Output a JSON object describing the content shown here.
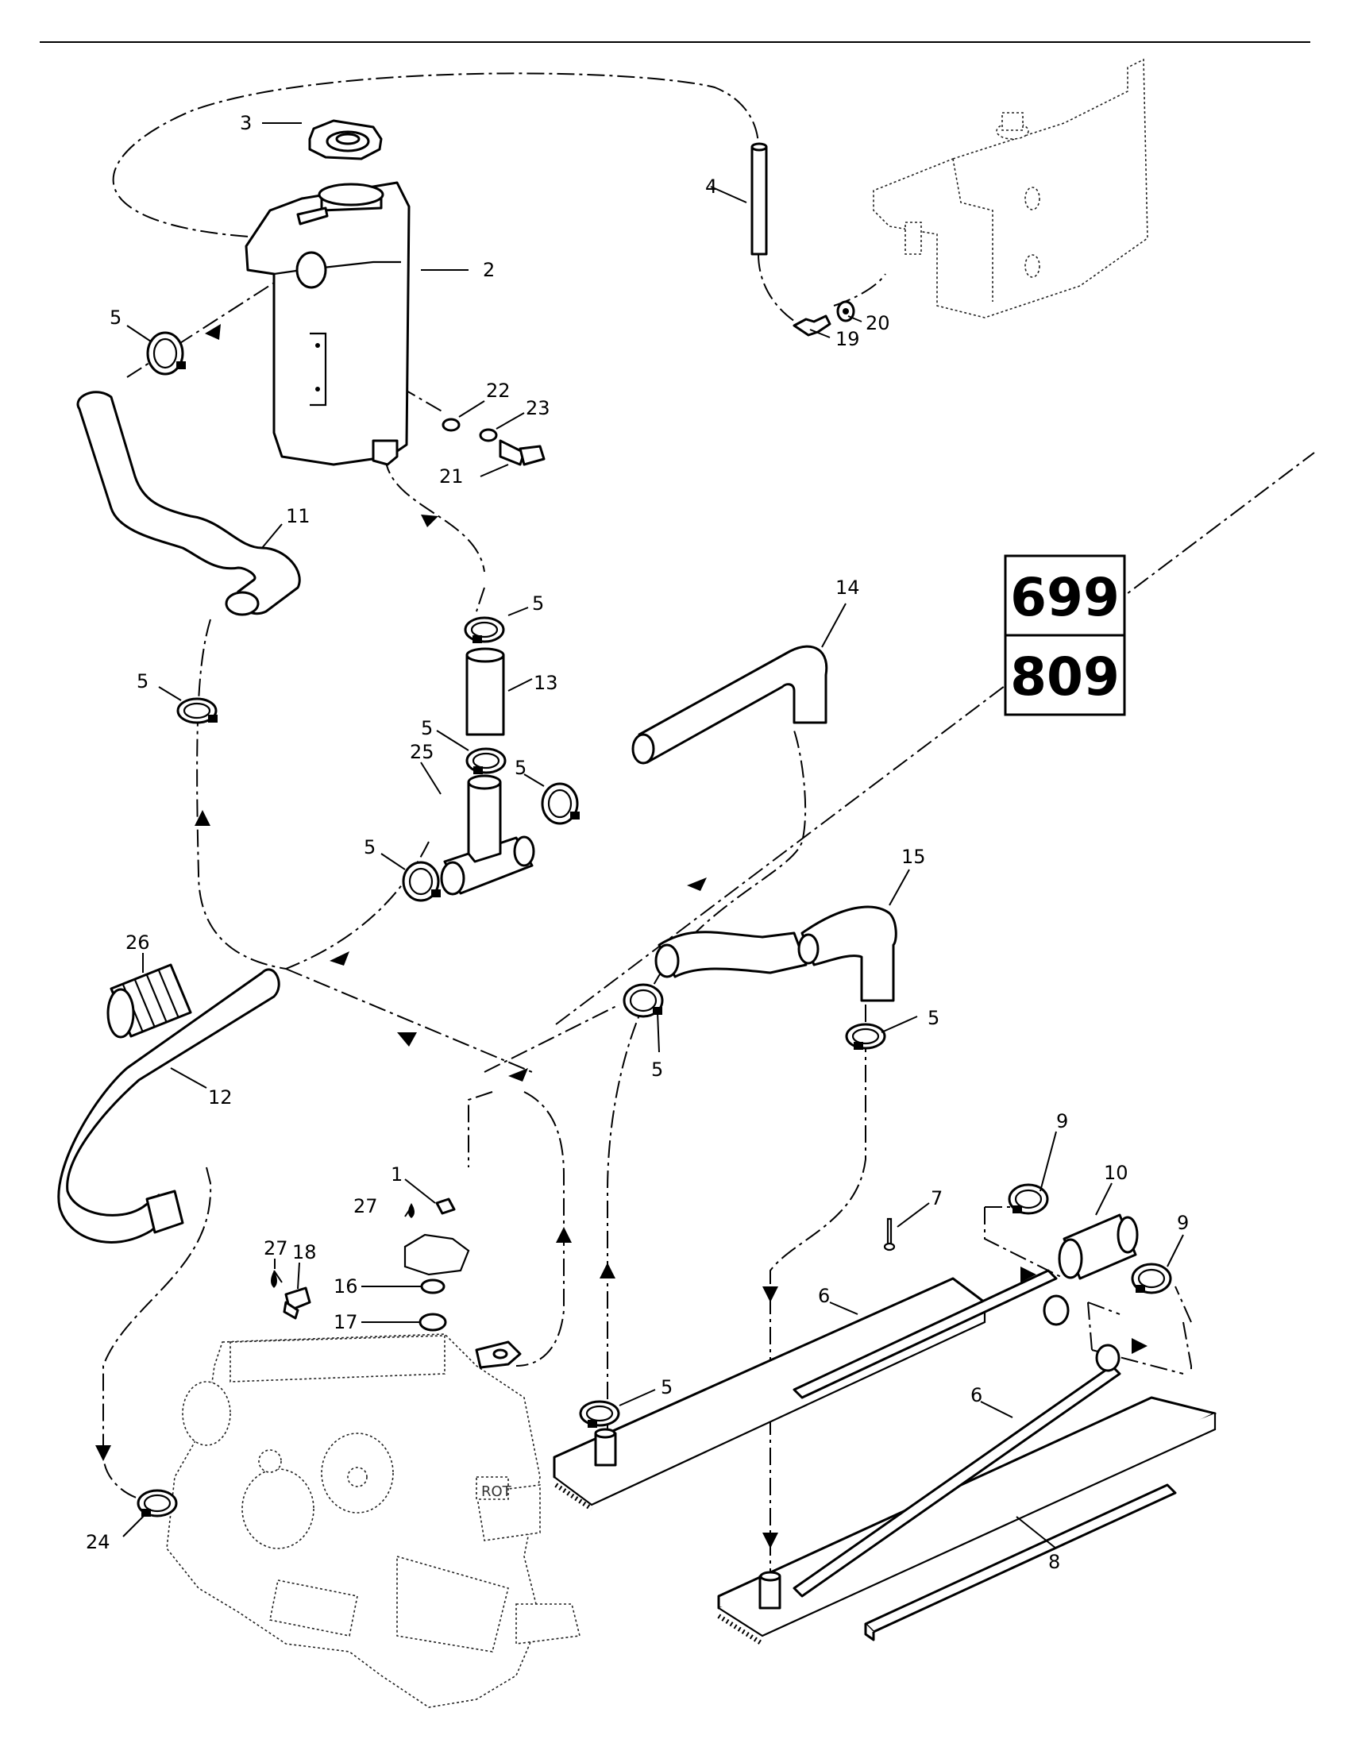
{
  "models": [
    "699",
    "809"
  ],
  "callouts": {
    "c1": "1",
    "c2": "2",
    "c3": "3",
    "c4": "4",
    "c5a": "5",
    "c5b": "5",
    "c5c": "5",
    "c5d": "5",
    "c5e": "5",
    "c5f": "5",
    "c5g": "5",
    "c5h": "5",
    "c5i": "5",
    "c6a": "6",
    "c6b": "6",
    "c7": "7",
    "c8": "8",
    "c9a": "9",
    "c9b": "9",
    "c10": "10",
    "c11": "11",
    "c12": "12",
    "c13": "13",
    "c14": "14",
    "c15": "15",
    "c16": "16",
    "c17": "17",
    "c18": "18",
    "c19": "19",
    "c20": "20",
    "c21": "21",
    "c22": "22",
    "c23": "23",
    "c24": "24",
    "c25": "25",
    "c26": "26",
    "c27a": "27",
    "c27b": "27"
  }
}
